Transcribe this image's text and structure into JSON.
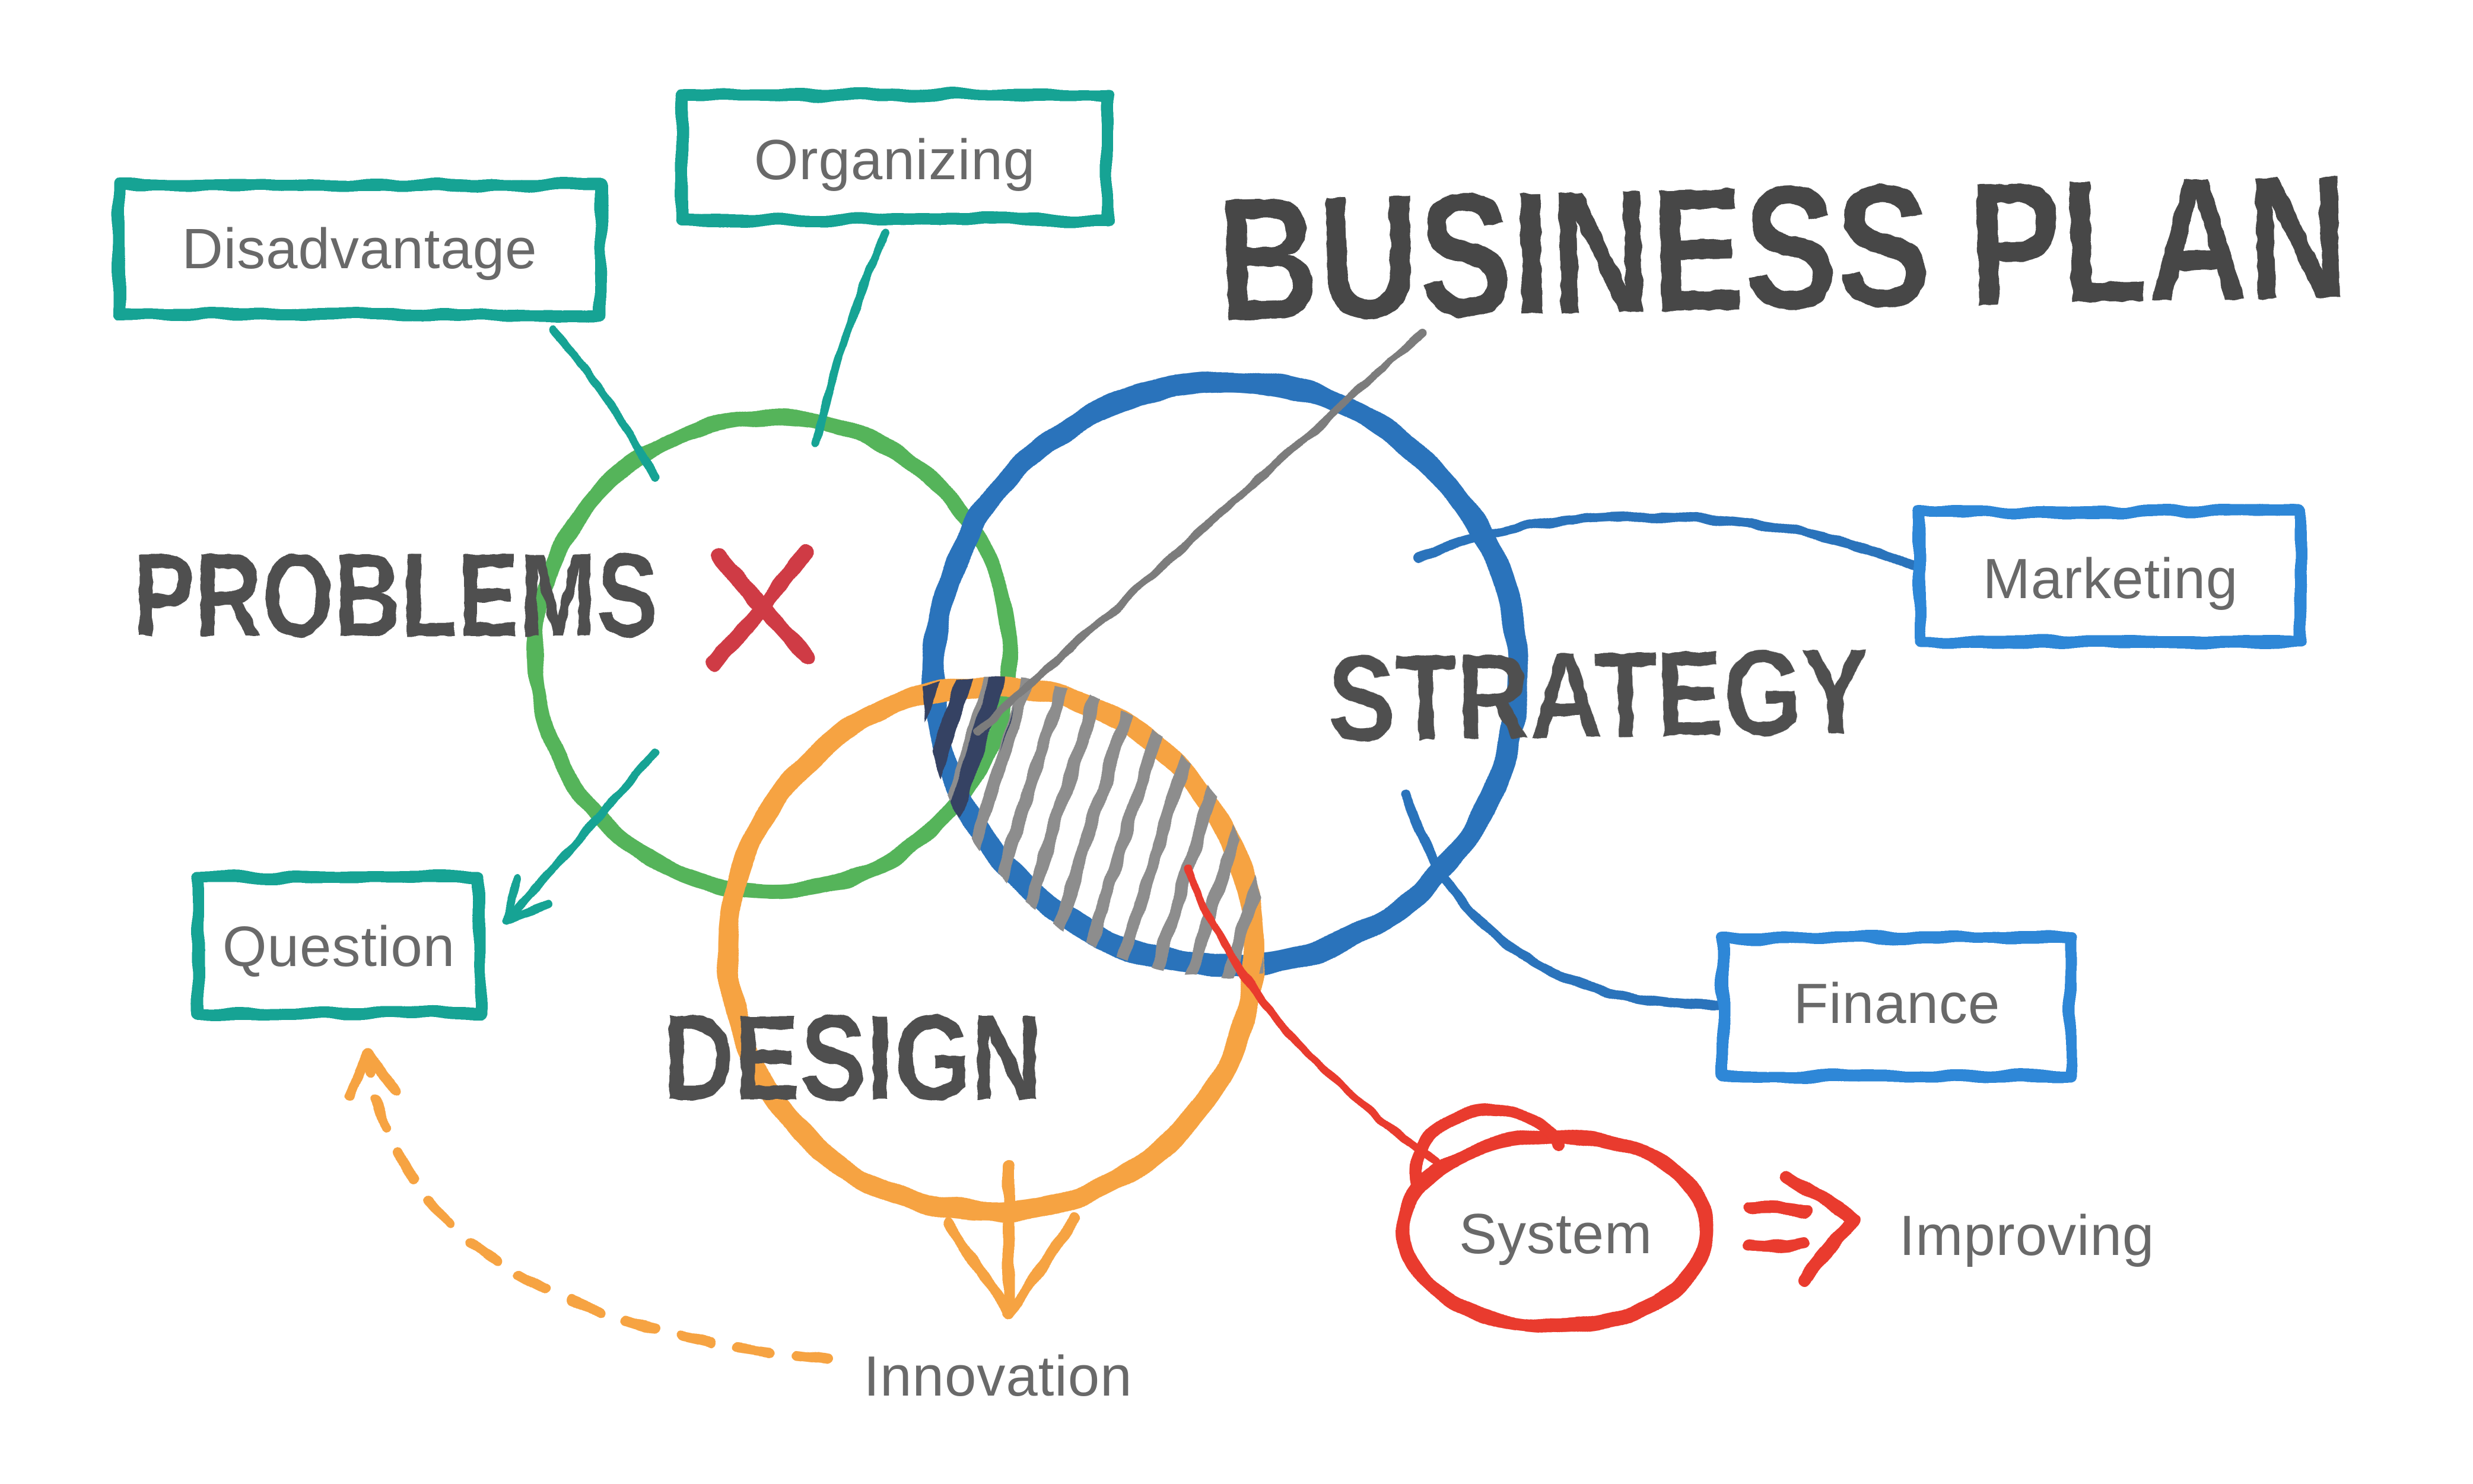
{
  "title": "BUSINESS PLAN",
  "venn": {
    "problems_label": "PROBLEMS",
    "strategy_label": "STRATEGY",
    "design_label": "DESIGN"
  },
  "boxes": {
    "disadvantage": "Disadvantage",
    "organizing": "Organizing",
    "question": "Question",
    "marketing": "Marketing",
    "finance": "Finance"
  },
  "notes": {
    "system": "System",
    "improving": "Improving",
    "innovation": "Innovation"
  },
  "colors": {
    "title_text": "#474747",
    "heading_text": "#505050",
    "label_text": "#696969",
    "green_circle": "#55b45a",
    "blue_circle": "#2b73bb",
    "orange_circle": "#f6a342",
    "teal_accent": "#13a394",
    "blue_accent": "#2f87d7",
    "red_accent": "#e93a2e",
    "red_x": "#cf3b45",
    "gray_hatch": "#8d8d8d",
    "navy_hatch": "#344264",
    "gray_line": "#7b7b7b"
  }
}
